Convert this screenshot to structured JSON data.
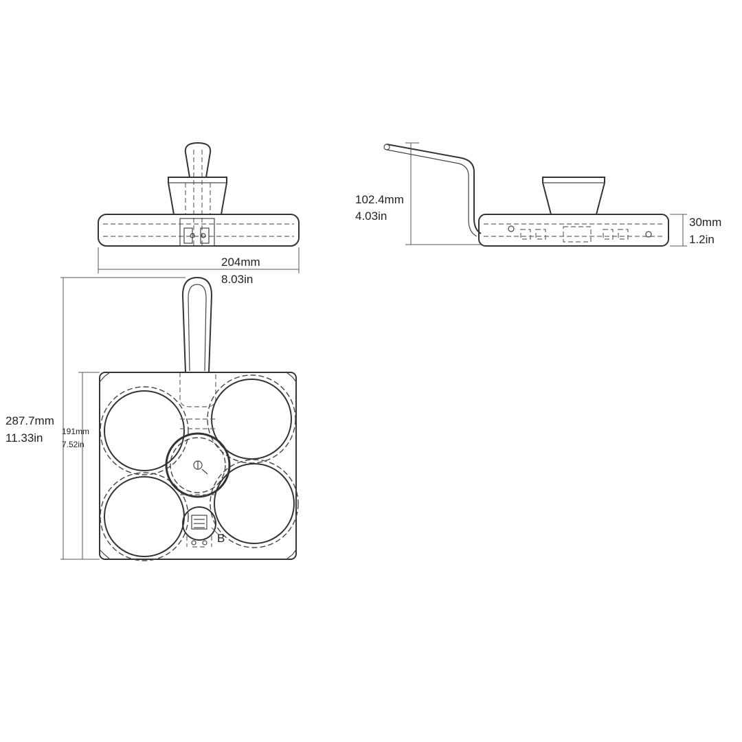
{
  "dimensions": {
    "front_width_mm": "204mm",
    "front_width_in": "8.03in",
    "side_height_mm": "102.4mm",
    "side_height_in": "4.03in",
    "side_base_mm": "30mm",
    "side_base_in": "1.2in",
    "top_length_mm": "287.7mm",
    "top_length_in": "11.33in",
    "top_width_mm": "191mm",
    "top_width_in": "7.52in"
  },
  "labels": {
    "detail_b": "B"
  },
  "colors": {
    "line": "#333333",
    "background": "#ffffff"
  }
}
